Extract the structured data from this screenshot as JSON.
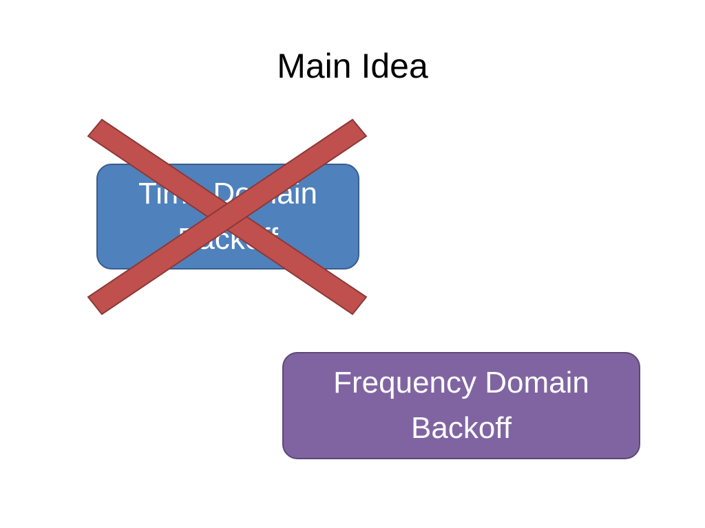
{
  "slide": {
    "title": "Main Idea"
  },
  "boxes": {
    "time_domain": {
      "line1": "Time Domain",
      "line2": "Backoff",
      "fill": "#4f81bd",
      "crossed_out": true
    },
    "frequency_domain": {
      "line1": "Frequency Domain",
      "line2": "Backoff",
      "fill": "#8064a2"
    }
  },
  "cross_mark": {
    "icon": "x-cross-icon",
    "color": "#c0504d"
  }
}
